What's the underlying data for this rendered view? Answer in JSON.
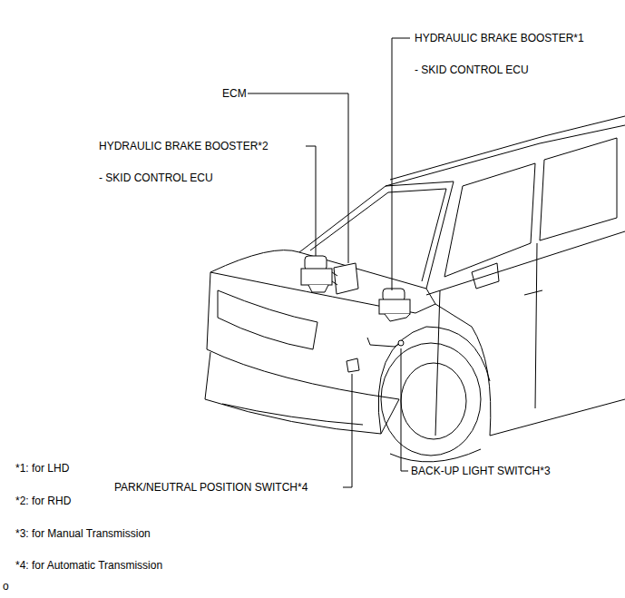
{
  "diagram": {
    "labels": [
      "HYDRAULIC BRAKE BOOSTER*1",
      "- SKID CONTROL ECU",
      "ECM",
      "HYDRAULIC BRAKE BOOSTER*2",
      "- SKID CONTROL ECU",
      "PARK/NEUTRAL POSITION SWITCH*4",
      "BACK-UP LIGHT SWITCH*3",
      "*1: for LHD",
      "*2: for RHD",
      "*3: for Manual Transmission",
      "*4: for Automatic Transmission",
      "o"
    ]
  }
}
